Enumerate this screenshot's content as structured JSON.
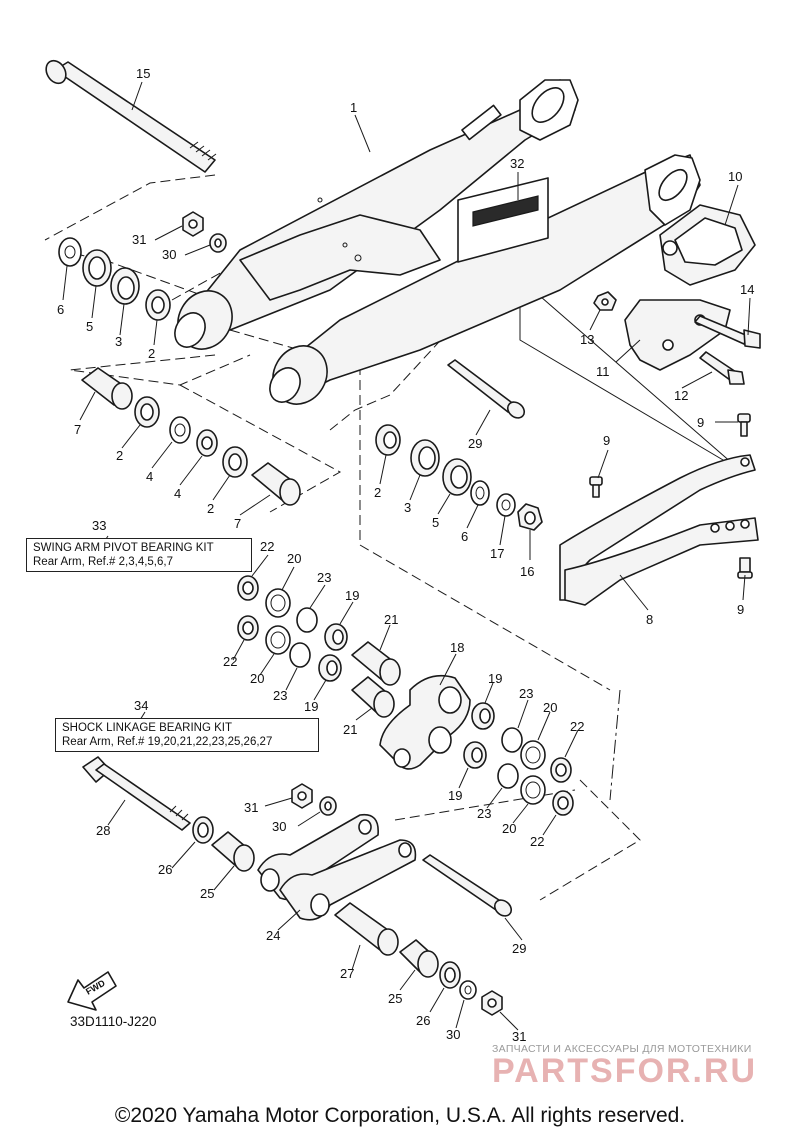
{
  "diagram": {
    "code": "33D1110-J220",
    "fwd_label": "FWD",
    "copyright": "©2020 Yamaha Motor Corporation, U.S.A. All rights reserved.",
    "kits": [
      {
        "ref": "33",
        "title": "SWING ARM PIVOT BEARING KIT",
        "note": "Rear Arm, Ref.# 2,3,4,5,6,7"
      },
      {
        "ref": "34",
        "title": "SHOCK LINKAGE BEARING KIT",
        "note": "Rear Arm, Ref.# 19,20,21,22,23,25,26,27"
      }
    ],
    "watermark": {
      "tagline": "ЗАПЧАСТИ И АКСЕССУАРЫ ДЛЯ МОТОТЕХНИКИ",
      "brand": "PARTSFOR.RU"
    }
  },
  "callouts": {
    "c1": "1",
    "c2a": "2",
    "c2b": "2",
    "c2c": "2",
    "c2d": "2",
    "c3a": "3",
    "c3b": "3",
    "c4a": "4",
    "c4b": "4",
    "c5a": "5",
    "c5b": "5",
    "c6a": "6",
    "c6b": "6",
    "c7a": "7",
    "c7b": "7",
    "c8": "8",
    "c9a": "9",
    "c9b": "9",
    "c9c": "9",
    "c10": "10",
    "c11": "11",
    "c12": "12",
    "c13": "13",
    "c14": "14",
    "c15": "15",
    "c16": "16",
    "c17": "17",
    "c18": "18",
    "c19a": "19",
    "c19b": "19",
    "c19c": "19",
    "c19d": "19",
    "c20a": "20",
    "c20b": "20",
    "c20c": "20",
    "c20d": "20",
    "c21a": "21",
    "c21b": "21",
    "c22a": "22",
    "c22b": "22",
    "c22c": "22",
    "c22d": "22",
    "c23a": "23",
    "c23b": "23",
    "c23c": "23",
    "c23d": "23",
    "c24": "24",
    "c25a": "25",
    "c25b": "25",
    "c26a": "26",
    "c26b": "26",
    "c27": "27",
    "c28": "28",
    "c29a": "29",
    "c29b": "29",
    "c30a": "30",
    "c30b": "30",
    "c30c": "30",
    "c31a": "31",
    "c31b": "31",
    "c31c": "31",
    "c32": "32",
    "c33": "33",
    "c34": "34"
  }
}
